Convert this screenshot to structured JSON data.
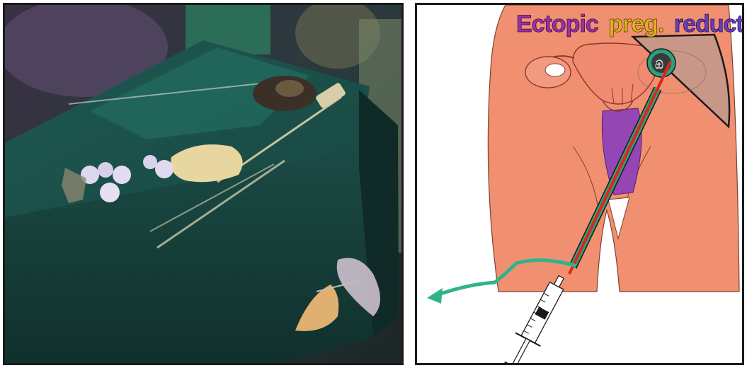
{
  "photo": {
    "subject": "surgical instrument table"
  },
  "diagram": {
    "title_words": [
      {
        "text": "Ectopic",
        "color": "#9b2fa8"
      },
      {
        "text": "preg.",
        "color": "#e0b020"
      },
      {
        "text": "reduction",
        "color": "#6a3fb8"
      }
    ],
    "colors": {
      "skin": "#f19070",
      "uterus": "#f08a70",
      "bladder": "#9446b4",
      "needle_red": "#e22418",
      "needle_green": "#2aa07e",
      "arrow_green": "#2fb38a",
      "sector": "#c89788"
    }
  }
}
